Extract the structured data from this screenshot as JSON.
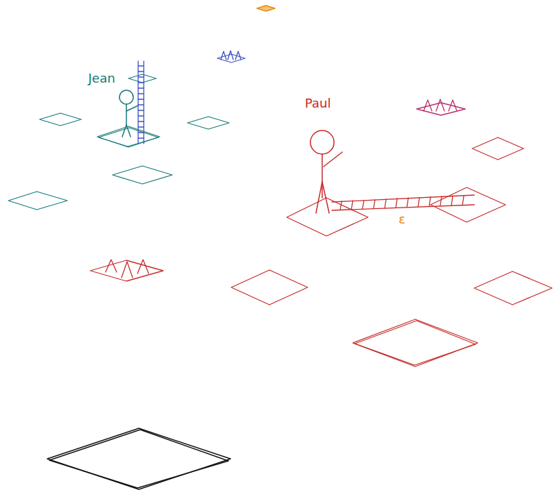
{
  "diagram": {
    "labels": [
      "Jean",
      "Paul",
      "ε"
    ]
  }
}
